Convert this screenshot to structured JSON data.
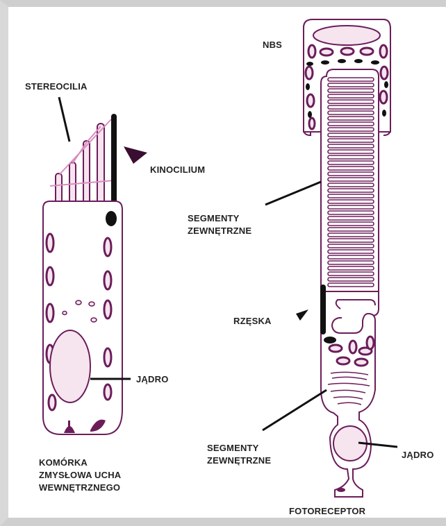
{
  "labels": {
    "stereocilia": "STEREOCILIA",
    "kinocilium": "KINOCILIUM",
    "jadro_left": "JĄDRO",
    "hair_cell_title": [
      "KOMÓRKA",
      "ZMYSŁOWA UCHA",
      "WEWNĘTRZNEGO"
    ],
    "nbs": "NBS",
    "outer_segments": [
      "SEGMENTY",
      "ZEWNĘTRZNE"
    ],
    "rzeska": "RZĘSKA",
    "inner_segments": [
      "SEGMENTY",
      "ZEWNĘTRZNE"
    ],
    "jadro_right": "JĄDRO",
    "photoreceptor_title": "FOTORECEPTOR"
  },
  "colors": {
    "outline": "#6b1d5a",
    "fill": "#f6e4ef",
    "pink_line": "#d98cc0",
    "black": "#111111",
    "frame": "#cfcfcf"
  }
}
